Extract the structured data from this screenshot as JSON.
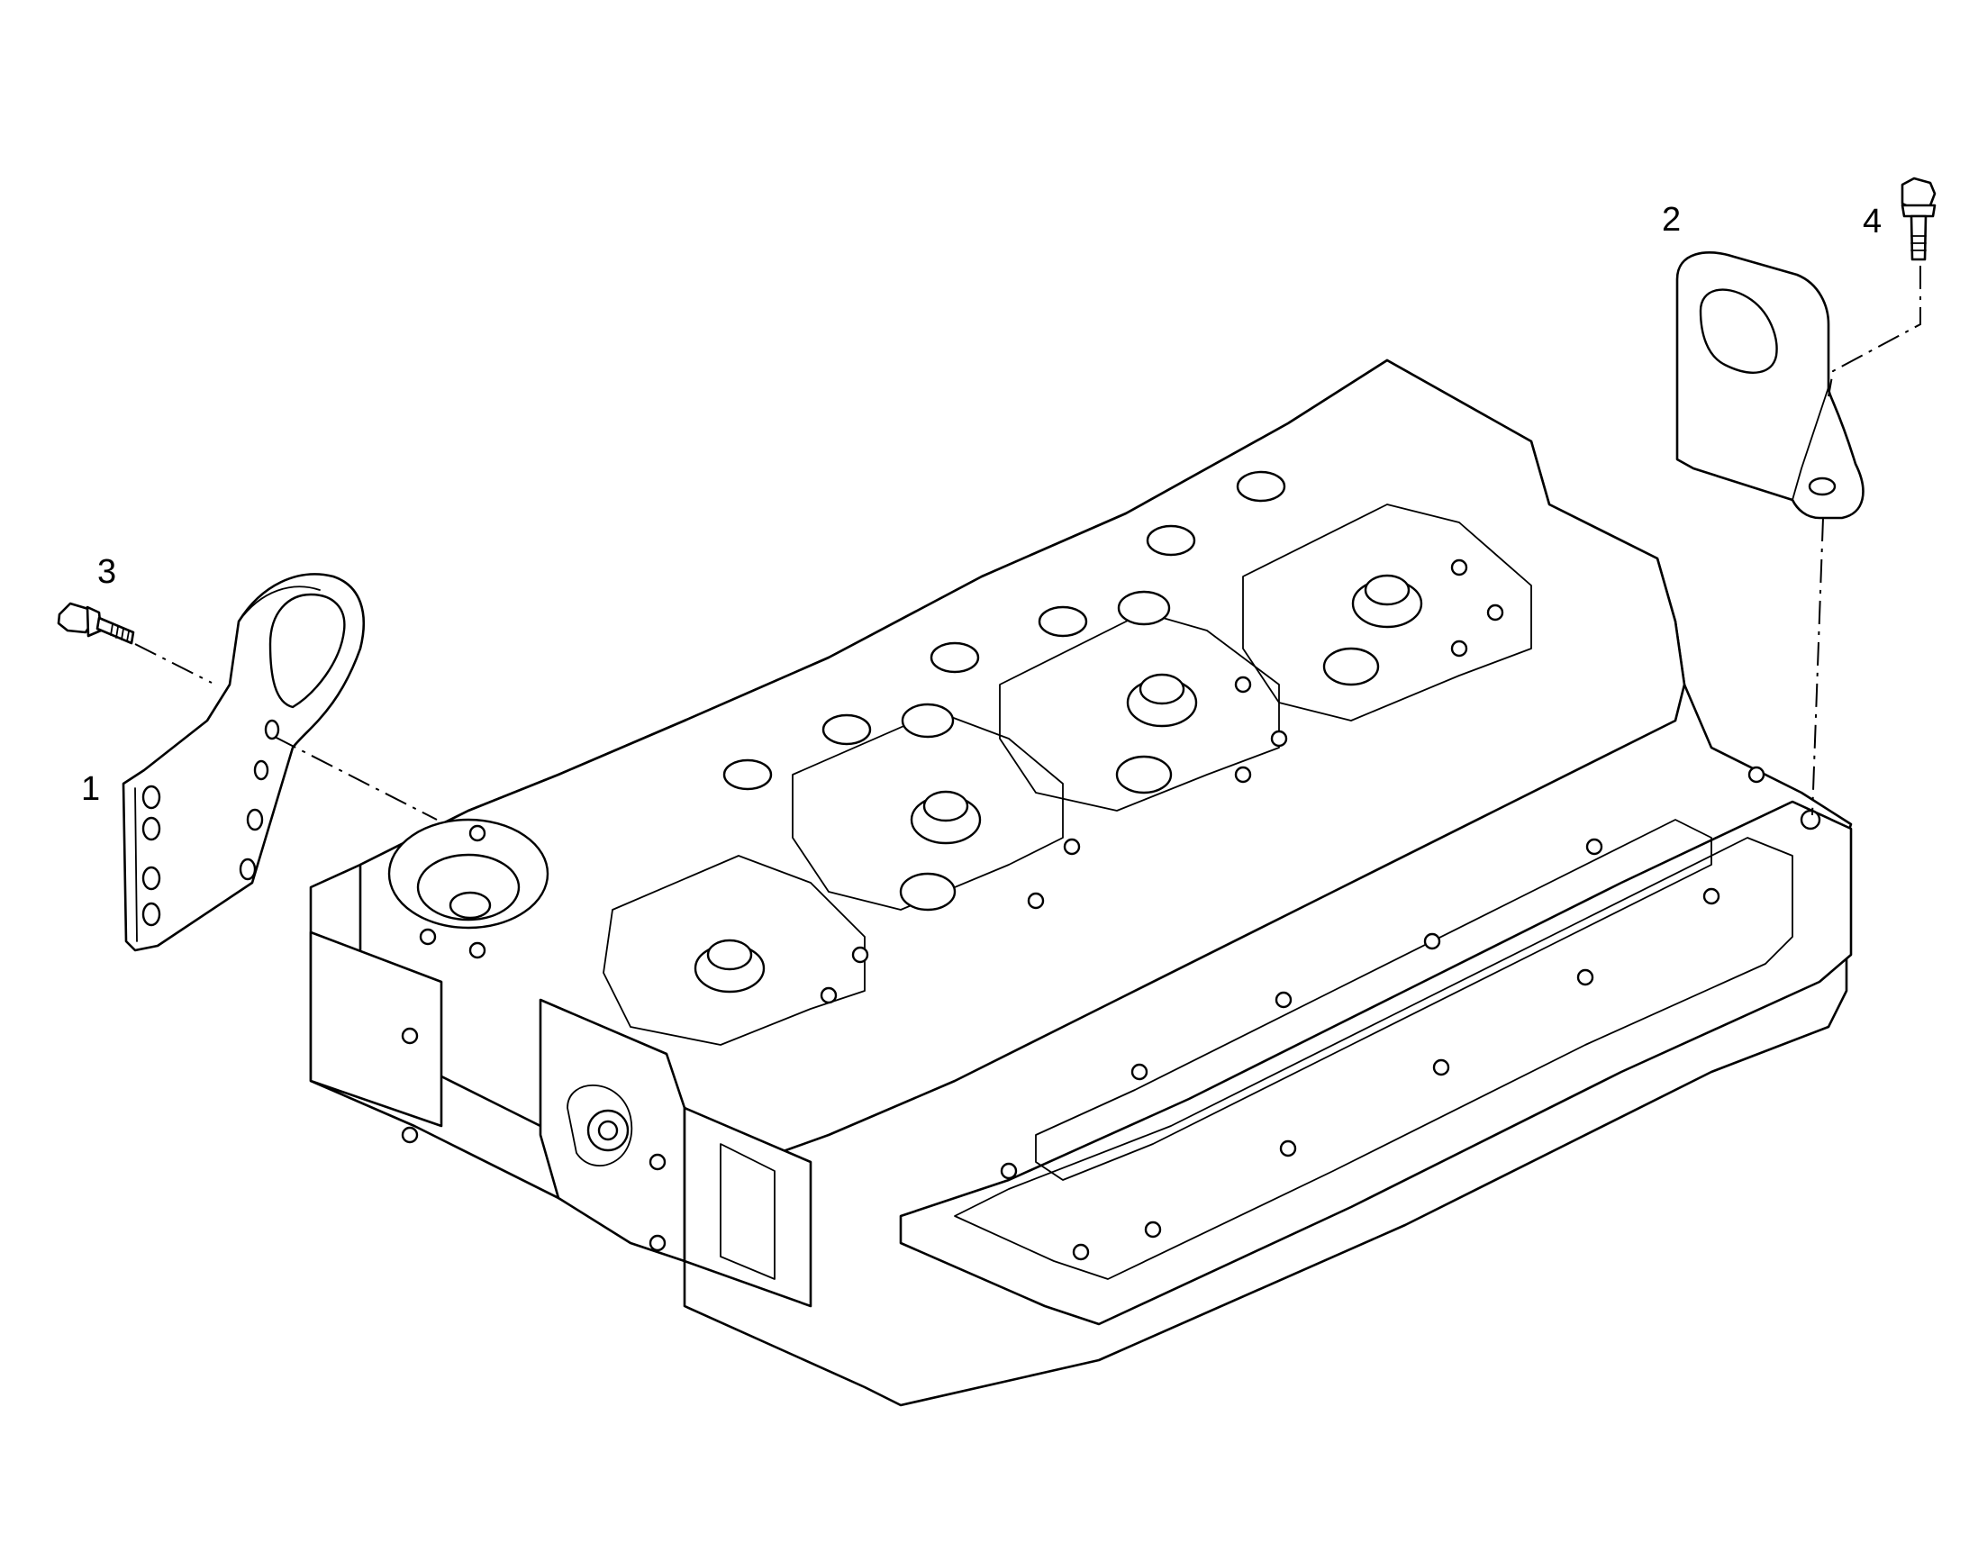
{
  "diagram": {
    "colors": {
      "line": "#000000",
      "background": "#ffffff"
    },
    "callouts": [
      {
        "id": "1",
        "label": "1"
      },
      {
        "id": "2",
        "label": "2"
      },
      {
        "id": "3",
        "label": "3"
      },
      {
        "id": "4",
        "label": "4"
      }
    ],
    "parts": [
      {
        "name": "lifting-bracket-front"
      },
      {
        "name": "lifting-bracket-rear"
      },
      {
        "name": "flange-bolt-front"
      },
      {
        "name": "flange-bolt-rear"
      },
      {
        "name": "cylinder-head"
      }
    ]
  }
}
